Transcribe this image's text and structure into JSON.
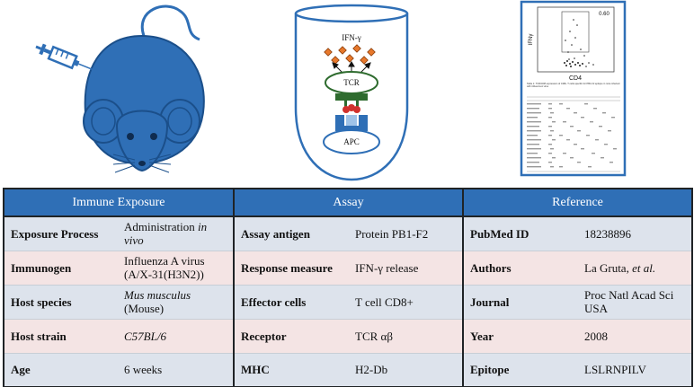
{
  "diagram": {
    "ifn_label": "IFN-γ",
    "tcr_label": "TCR",
    "apc_label": "APC",
    "facs_gate_value": "0.60",
    "facs_y_label": "IFNγ",
    "facs_x_label": "CD4",
    "facs_caption": "Table 1: TCR/CD8 expression of CD8+ T cells specific for PB1-F2 epitope in mice infected with influenza A virus"
  },
  "table": {
    "headers": [
      "Immune Exposure",
      "Assay",
      "Reference"
    ],
    "rows": [
      {
        "k1": "Exposure Process",
        "v1a": "Administration ",
        "v1b": "in vivo",
        "k2": "Assay antigen",
        "v2": "Protein PB1-F2",
        "k3": "PubMed ID",
        "v3": "18238896"
      },
      {
        "k1": "Immunogen",
        "v1a": "Influenza A virus (A/X-31(H3N2))",
        "v1b": "",
        "k2": "Response measure",
        "v2": "IFN-γ release",
        "k3": "Authors",
        "v3a": "La Gruta, ",
        "v3b": "et al."
      },
      {
        "k1": "Host species",
        "v1a": "Mus musculus",
        "v1b": " (Mouse)",
        "k2": "Effector cells",
        "v2": "T cell CD8+",
        "k3": "Journal",
        "v3": "Proc Natl Acad Sci USA"
      },
      {
        "k1": "Host strain",
        "v1a": "C57BL/6",
        "v1b": "",
        "k2": "Receptor",
        "v2": "TCR αβ",
        "k3": "Year",
        "v3": "2008"
      },
      {
        "k1": "Age",
        "v1a": "6 weeks",
        "v1b": "",
        "k2": "MHC",
        "v2": "H2-Db",
        "k3": "Epitope",
        "v3": "LSLRNPILV"
      }
    ]
  }
}
